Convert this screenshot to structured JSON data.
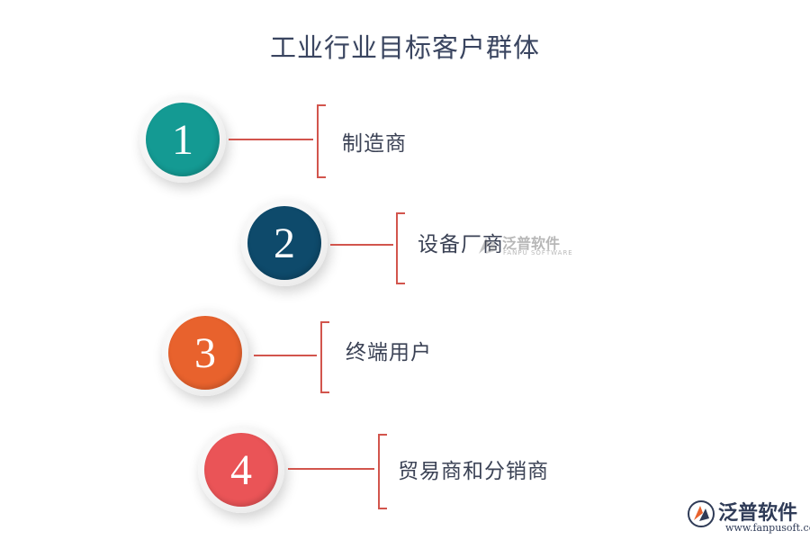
{
  "title": "工业行业目标客户群体",
  "items": [
    {
      "number": "1",
      "label": "制造商",
      "color": "#149a93"
    },
    {
      "number": "2",
      "label": "设备厂商",
      "color": "#0e4a6b"
    },
    {
      "number": "3",
      "label": "终端用户",
      "color": "#e8622d"
    },
    {
      "number": "4",
      "label": "贸易商和分销商",
      "color": "#ea5457"
    }
  ],
  "accent_color": "#d2554d",
  "watermarks": {
    "center": {
      "name": "泛普软件",
      "sub": "FANPU SOFTWARE"
    },
    "corner": {
      "name": "泛普软件",
      "sub": "www.fanpusoft.com"
    }
  }
}
